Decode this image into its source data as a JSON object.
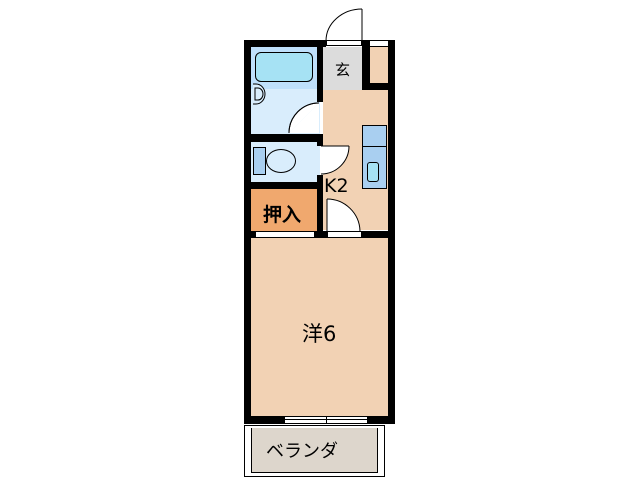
{
  "floor_plan": {
    "layout_type": "1K",
    "colors": {
      "room": "#f2d2b4",
      "closet": "#f0a86e",
      "bath": "#d6ebfb",
      "tub": "#a6e2f4",
      "entrance": "#dcdcdc",
      "veranda": "#ddd6cc",
      "wall": "#000000"
    },
    "rooms": {
      "entrance": "玄",
      "kitchen": "K2",
      "closet": "押入",
      "western_room": "洋6",
      "veranda": "ベランダ"
    }
  }
}
